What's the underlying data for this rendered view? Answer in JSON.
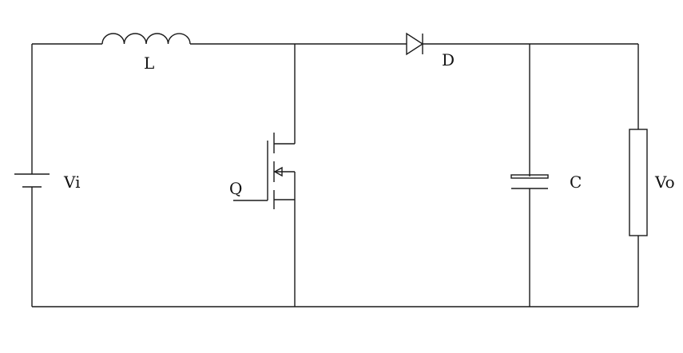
{
  "labels": {
    "inductor": "L",
    "diode": "D",
    "source": "Vi",
    "switch": "Q",
    "capacitor": "C",
    "load": "Vo"
  },
  "colors": {
    "line": "#1a1a1a",
    "background": "#ffffff"
  }
}
